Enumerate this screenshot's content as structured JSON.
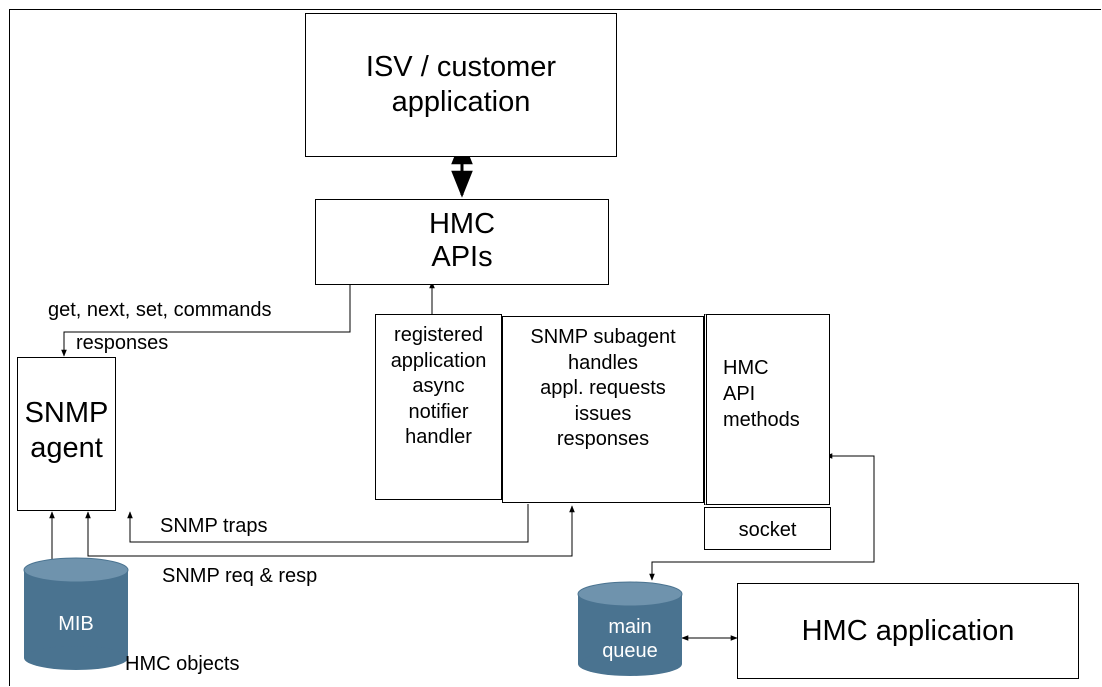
{
  "isv_box": {
    "line1": "ISV / customer",
    "line2": "application"
  },
  "hmc_apis_box": {
    "line1": "HMC",
    "line2": "APIs"
  },
  "snmp_agent_box": {
    "line1": "SNMP",
    "line2": "agent"
  },
  "notifier_box": {
    "line1": "registered",
    "line2": "application",
    "line3": "async",
    "line4": "notifier",
    "line5": "handler"
  },
  "subagent_box": {
    "line1": "SNMP subagent",
    "line2": "handles",
    "line3": "appl. requests",
    "line4": "issues",
    "line5": "responses"
  },
  "methods_box": {
    "line1": "HMC",
    "line2": "API",
    "line3": "methods"
  },
  "socket_box": {
    "label": "socket"
  },
  "hmc_application_box": {
    "label": "HMC application"
  },
  "mib_cylinder": {
    "label": "MIB"
  },
  "main_queue_cylinder": {
    "line1": "main",
    "line2": "queue"
  },
  "labels": {
    "get_next_set": "get, next, set, commands",
    "responses": "responses",
    "snmp_traps": "SNMP traps",
    "snmp_req_resp": "SNMP req & resp",
    "hmc_objects": "HMC objects"
  },
  "colors": {
    "cylinder_body": "#4a7390",
    "cylinder_top": "#6f93ad",
    "cylinder_text": "#ffffff",
    "line": "#000000"
  }
}
